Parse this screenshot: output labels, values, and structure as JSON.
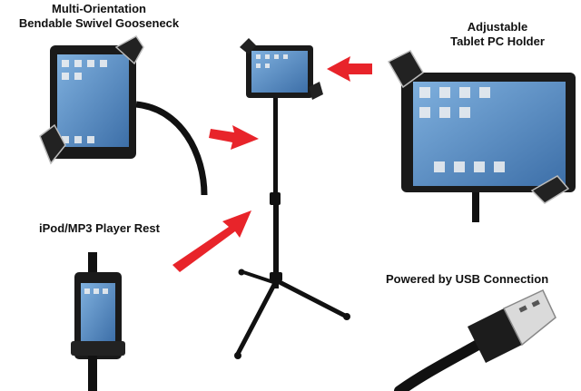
{
  "labels": {
    "gooseneck_line1": "Multi-Orientation",
    "gooseneck_line2": "Bendable Swivel Gooseneck",
    "holder_line1": "Adjustable",
    "holder_line2": "Tablet PC Holder",
    "ipod": "iPod/MP3 Player Rest",
    "usb": "Powered by USB Connection"
  },
  "colors": {
    "arrow": "#e8242a",
    "device": "#1a1a1a",
    "screen": "#5e8fc4",
    "metal": "#cfcfcf"
  },
  "icons": [
    "arrow-right-icon",
    "arrow-left-icon",
    "arrow-diagonal-icon",
    "usb-plug-icon"
  ]
}
